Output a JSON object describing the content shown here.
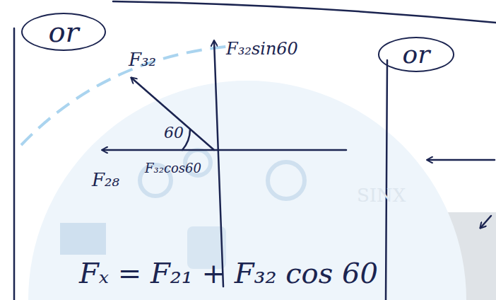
{
  "diagram": {
    "nodes": [
      {
        "text": [
          "or"
        ]
      },
      {
        "text": [
          "or"
        ]
      }
    ],
    "labels": [
      "F₃₂",
      "F₃₂sin60",
      "60",
      "F₃₂cos60",
      "F₂₈",
      "Fₓ = F₂₁ + F₃₂ cos 60",
      "SINX"
    ]
  }
}
